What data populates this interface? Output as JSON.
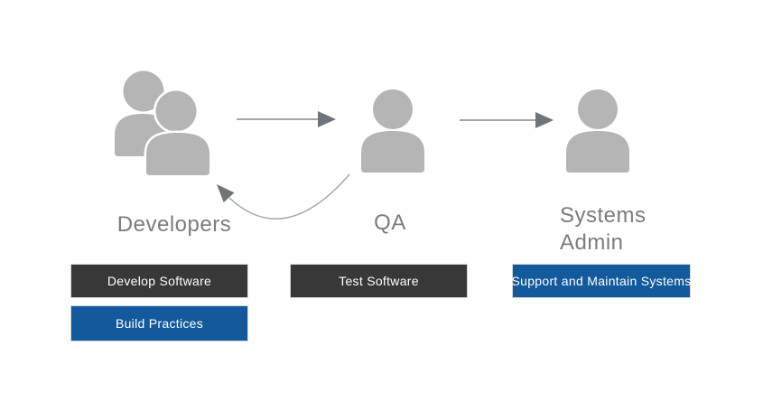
{
  "diagram": {
    "type": "workflow",
    "actors": [
      {
        "label": "Developers",
        "icon": "two-person-icon",
        "tasks": [
          {
            "label": "Develop Software",
            "style": "dark"
          },
          {
            "label": "Build Practices",
            "style": "blue"
          }
        ]
      },
      {
        "label": "QA",
        "icon": "person-icon",
        "tasks": [
          {
            "label": "Test Software",
            "style": "dark"
          }
        ]
      },
      {
        "label": "Systems Admin",
        "icon": "person-icon",
        "tasks": [
          {
            "label": "Support and Maintain Systems",
            "style": "blue"
          }
        ]
      }
    ],
    "arrows": [
      {
        "name": "arrow-developers-to-qa",
        "direction": "right"
      },
      {
        "name": "arrow-qa-to-systems-admin",
        "direction": "right"
      },
      {
        "name": "curved-arrow-qa-to-developers",
        "direction": "feedback-left"
      }
    ]
  },
  "colors": {
    "background": "#ffffff",
    "person": "#b5b5b5",
    "label_text": "#7c7c7c",
    "box_dark": "#383838",
    "box_blue": "#125a9b",
    "box_border": "#d6d6d6",
    "box_text": "#ffffff",
    "arrow_line": "#a4a8ab",
    "arrow_head": "#6e747a"
  }
}
